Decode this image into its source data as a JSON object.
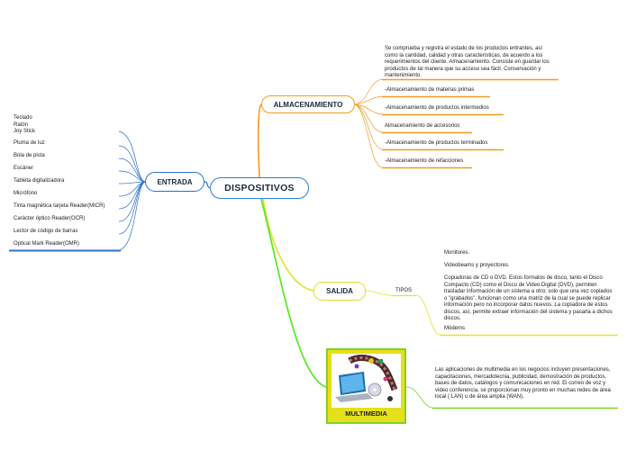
{
  "central": "DISPOSITIVOS",
  "entrada": {
    "title": "ENTRADA",
    "items": [
      "Teclado",
      "Ratón",
      "Joy Stick",
      "Pluma de luz",
      "Bola de pista",
      "Escáner",
      "Tableta digitalizadora",
      "Micrófono",
      "Tinta magnética tarjeta Reader(MICR)",
      "Carácter óptico Reader(OCR)",
      "Lector de código de barras",
      "Optical Mark Reader(OMR)"
    ]
  },
  "almacenamiento": {
    "title": "ALMACENAMIENTO",
    "description": "Se comprueba y registra el estado de los productos entrantes, así como la cantidad, calidad y otras características, de acuerdo a los requerimientos del cliente. Almacenamiento. Consiste en guardar los productos de tal manera que su acceso sea fácil. Conservación y mantenimiento.",
    "items": [
      "-Almacenamiento de materias primas",
      "-Almacenamiento de productos intermedios",
      "Almacenamiento de accesorios",
      "-Almacenamiento de productos terminados",
      "-Almacenamiento de refacciones"
    ]
  },
  "salida": {
    "title": "SALIDA",
    "subtopic": "TIPOS",
    "items": [
      "Monitores.",
      "Videobeams y proyectores.",
      "Copiadoras de CD o DVD. Estos formatos de disco, tanto el Disco Compacto (CD) como el Disco de Video Digital (DVD), permiten trasladar información de un sistema a otro; solo que una vez copiados o \"grabados\", funcionan como una matriz de la cual se puede replicar información pero no incorporar datos nuevos. La copiadora de estos discos, así, permite extraer información del sistema y pasarla a dichos discos.",
      "Módems"
    ]
  },
  "multimedia": {
    "title": "MULTIMEDIA",
    "image_icon": "laptop-media-icon",
    "description": "Las aplicaciones de multimedia en los negocios incluyen presentaciones, capacitaciones, mercadotecnia, publicidad, demostración de productos, bases de datos, catálogos y comunicaciones en red. El correo de voz y video conferencia, se proporcionan muy pronto en muchas redes de área local ( LAN) u de área amplia (WAN)."
  },
  "colors": {
    "entrada": "#2a6fd0",
    "almacenamiento": "#f39c1f",
    "salida": "#e4e22a",
    "multimedia": "#7ed321",
    "central_border": "#2a7fd4"
  }
}
